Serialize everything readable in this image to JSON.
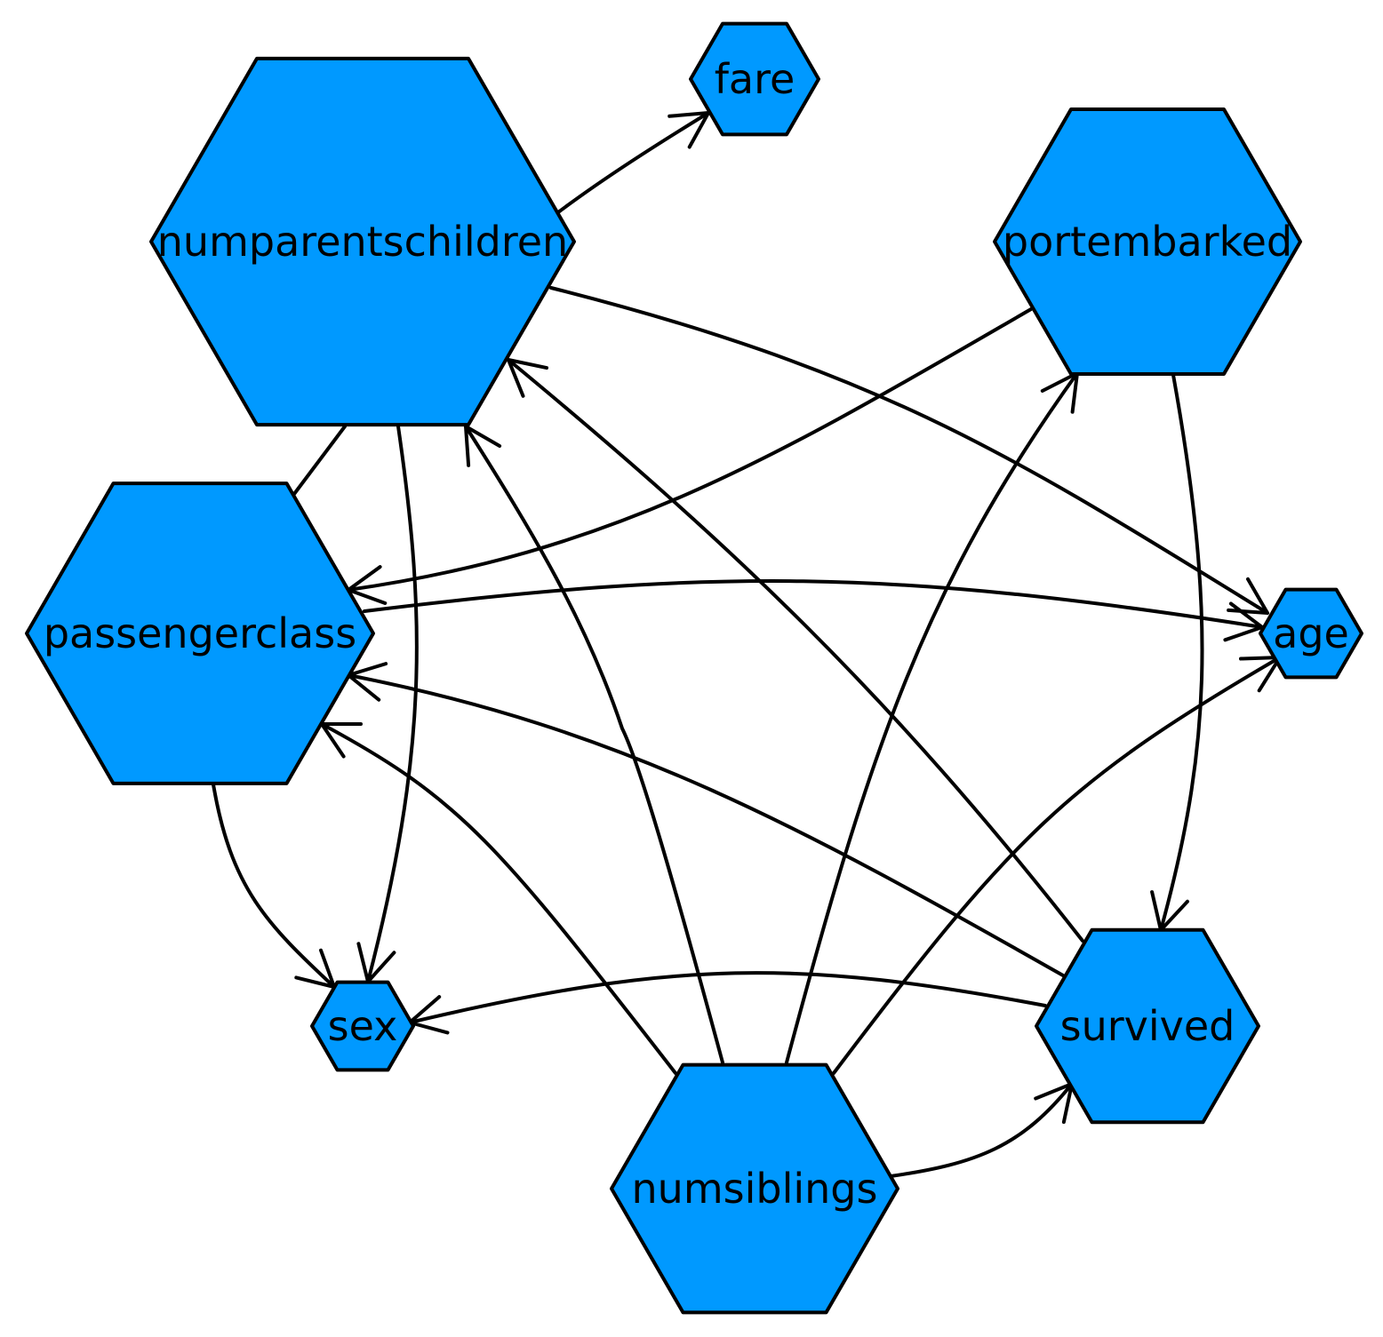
{
  "diagram": {
    "type": "directed-graph",
    "node_color": "#0099FF",
    "edge_color": "#000000",
    "nodes": [
      {
        "id": "numparentschildren",
        "label": "numparentschildren"
      },
      {
        "id": "fare",
        "label": "fare"
      },
      {
        "id": "portembarked",
        "label": "portembarked"
      },
      {
        "id": "passengerclass",
        "label": "passengerclass"
      },
      {
        "id": "age",
        "label": "age"
      },
      {
        "id": "sex",
        "label": "sex"
      },
      {
        "id": "survived",
        "label": "survived"
      },
      {
        "id": "numsiblings",
        "label": "numsiblings"
      }
    ],
    "edges": [
      {
        "from": "numparentschildren",
        "to": "fare",
        "arrow": true
      },
      {
        "from": "numparentschildren",
        "to": "age",
        "arrow": true
      },
      {
        "from": "numparentschildren",
        "to": "sex",
        "arrow": true
      },
      {
        "from": "numparentschildren",
        "to": "passengerclass",
        "arrow": false
      },
      {
        "from": "portembarked",
        "to": "passengerclass",
        "arrow": true
      },
      {
        "from": "portembarked",
        "to": "survived",
        "arrow": true
      },
      {
        "from": "passengerclass",
        "to": "age",
        "arrow": true
      },
      {
        "from": "passengerclass",
        "to": "sex",
        "arrow": true
      },
      {
        "from": "survived",
        "to": "passengerclass",
        "arrow": true
      },
      {
        "from": "survived",
        "to": "numparentschildren",
        "arrow": true
      },
      {
        "from": "survived",
        "to": "sex",
        "arrow": true
      },
      {
        "from": "numsiblings",
        "to": "passengerclass",
        "arrow": true
      },
      {
        "from": "numsiblings",
        "to": "numparentschildren",
        "arrow": true
      },
      {
        "from": "numsiblings",
        "to": "portembarked",
        "arrow": true
      },
      {
        "from": "numsiblings",
        "to": "age",
        "arrow": true
      },
      {
        "from": "numsiblings",
        "to": "survived",
        "arrow": true
      }
    ]
  }
}
